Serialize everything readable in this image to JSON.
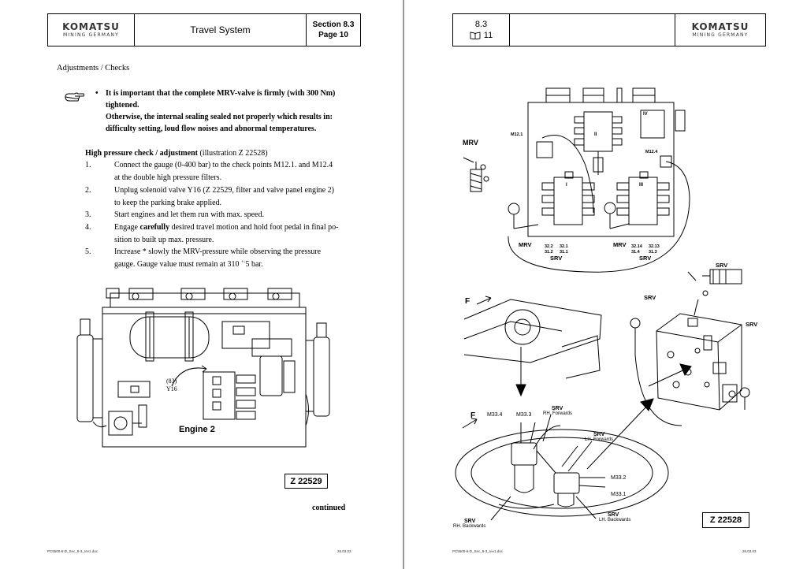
{
  "left_page": {
    "header": {
      "brand": "KOMATSU",
      "brand_sub": "MINING GERMANY",
      "title": "Travel System",
      "section_line1": "Section 8.3",
      "section_line2": "Page 10"
    },
    "heading": "Adjustments / Checks",
    "notice": {
      "bullet": "•",
      "line1": "It is important that the complete MRV-valve is firmly (with 300 Nm)",
      "line2": "tightened.",
      "line3": "Otherwise, the internal sealing sealed not properly which results in:",
      "line4": "difficulty setting, loud flow noises and abnormal temperatures."
    },
    "subheading_bold": "High pressure check / adjustment",
    "subheading_rest": " (illustration Z 22528)",
    "steps": [
      {
        "num": "1.",
        "l1": "Connect the gauge  (0-400 bar) to the check points M12.1. and M12.4",
        "l2": "at the double high pressure filters."
      },
      {
        "num": "2.",
        "l1": "Unplug solenoid valve Y16 (Z 22529, filter and valve panel engine 2)",
        "l2": "to keep the parking brake applied."
      },
      {
        "num": "3.",
        "l1": "Start engines and let them run with max. speed.",
        "l2": ""
      },
      {
        "num": "4.",
        "l1a": "Engage ",
        "l1b": "carefully",
        "l1c": " desired travel motion and hold foot pedal in final po-",
        "l2": "sition to built up max. pressure."
      },
      {
        "num": "5.",
        "l1": "Increase * slowly the MRV-pressure while observing the pressure",
        "l2a": "gauge. Gauge value must remain at 310 ",
        "pm": "+-",
        "l2b": "5 bar."
      }
    ],
    "fig_labels": {
      "n83": "(83)",
      "y16": "Y16",
      "engine": "Engine 2"
    },
    "figure_id": "Z 22529",
    "continued": "continued",
    "footer_file": "PC5500-6-D_Sec_8-3_rev1.doc",
    "footer_date": "26.03.03"
  },
  "right_page": {
    "header": {
      "section": "8.3",
      "book_icon": "book-icon",
      "page": "11",
      "brand": "KOMATSU",
      "brand_sub": "MINING GERMANY"
    },
    "labels": {
      "mrv": "MRV",
      "m121": "M12.1",
      "m124": "M12.4",
      "roman1": "I",
      "roman2": "II",
      "roman3": "III",
      "roman4": "IV",
      "mrv_b1": "MRV",
      "n322": "32.2",
      "n312": "31.2",
      "n321": "32.1",
      "n311": "31.1",
      "srv_b1": "SRV",
      "mrv_b2": "MRV",
      "n3214": "32.14",
      "n314": "31.4",
      "n3213": "32.13",
      "n313": "31.3",
      "srv_b2": "SRV",
      "srv_r1": "SRV",
      "srv_r2": "SRV",
      "srv_r3": "SRV",
      "f1": "F",
      "f2": "F",
      "m334": "M33.4",
      "m333": "M33.3",
      "srv_rhf": "SRV",
      "rhf": "RH. Forwards",
      "srv_lhf": "SRV",
      "lhf": "LH. Forwards",
      "m332": "M33.2",
      "m331": "M33.1",
      "srv_rhb": "SRV",
      "rhb": "RH. Backwards",
      "srv_lhb": "SRV",
      "lhb": "LH. Backwards"
    },
    "figure_id": "Z 22528",
    "footer_file": "PC5500-6-D_Sec_8-3_rev1.doc",
    "footer_date": "26.03.03"
  }
}
